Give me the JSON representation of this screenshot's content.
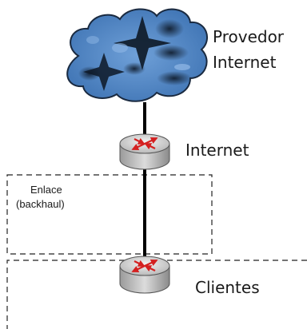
{
  "cloud": {
    "label_line1": "Provedor",
    "label_line2": "Internet",
    "fill_color": "#4f86c6"
  },
  "router_top": {
    "label": "Internet"
  },
  "link_box": {
    "label_line1": "Enlace",
    "label_line2": "(backhaul)"
  },
  "router_bottom": {
    "label": "Clientes"
  },
  "colors": {
    "router_body": "#c8c8c8",
    "router_arrows": "#d42020",
    "link_line": "#000000"
  }
}
